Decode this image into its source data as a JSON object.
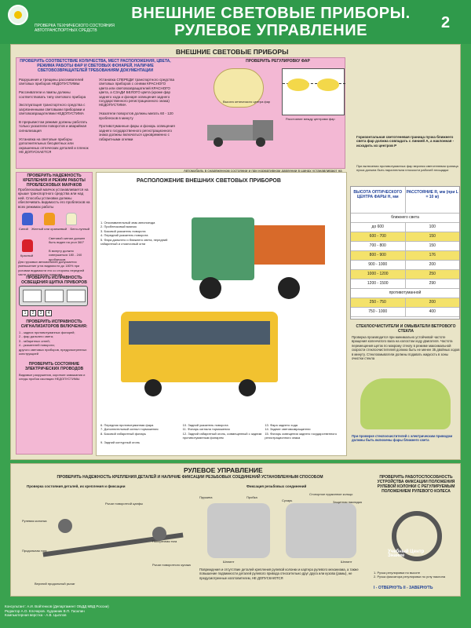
{
  "header": {
    "subtitle": "ПРОВЕРКА ТЕХНИЧЕСКОГО СОСТОЯНИЯ АВТОТРАНСПОРТНЫХ СРЕДСТВ",
    "title_1": "ВНЕШНИЕ СВЕТОВЫЕ ПРИБОРЫ.",
    "title_2": "РУЛЕВОЕ УПРАВЛЕНИЕ",
    "page_number": "2"
  },
  "lights": {
    "section_title": "ВНЕШНИЕ СВЕТОВЫЕ ПРИБОРЫ",
    "check_intro": "ПРОВЕРИТЬ СООТВЕТСТВИЕ КОЛИЧЕСТВА, МЕСТ РАСПОЛОЖЕНИЯ, ЦВЕТА, РЕЖИМА РАБОТЫ ФАР И СВЕТОВЫХ ФОНАРЕЙ, НАЛИЧИЕ СВЕТОВОЗВРАЩАТЕЛЕЙ ТРЕБОВАНИЯМ ДОКУМЕНТАЦИИ",
    "left_items": [
      "Разрушения и трещины рассеивателей световых приборов НЕДОПУСТИМЫ",
      "Рассеиватели и лампы должны соответствовать типу светового прибора",
      "Эксплуатация транспортного средства с загрязненными световыми приборами и световозвращателями НЕДОПУСТИМА",
      "В прерывистом режиме должны работать только указатели поворотов и аварийная сигнализация",
      "Установка на световые приборы дополнительных бесцветных или окрашенных оптических деталей и пленок НЕ ДОПУСКАЕТСЯ"
    ],
    "right_items": [
      "Установка СПЕРЕДИ транспортного средства световых приборов с огнями КРАСНОГО цвета или световозвращателей КРАСНОГО цвета, а СЗАДИ БЕЛОГО цвета (кроме фар заднего хода и фонаря освещения заднего государственного регистрационного знака) НЕДОПУСТИМА",
      "Указатели поворотов должны мигать 60 - 120 проблесков в минуту",
      "Противотуманные фары и фонарь освещения заднего государственного регистрационного знака должны включаться одновременно с габаритными огнями"
    ],
    "headlight_check": "ПРОВЕРИТЬ РЕГУЛИРОВКУ ФАР",
    "screen_labels": {
      "center_height": "Высота оптического центра фар",
      "distance": "Расстояние между центрами фар",
      "h": "H",
      "l": "L"
    },
    "horizontal_note": "Горизонтальная светотеневая граница пучка ближнего света фар должна совпадать с линией А, а наклонная - исходить из центров Р",
    "vehicle_note": "Автомобиль в снаряженном состоянии и при нормативном давлении в шинах устанавливают на горизонтальной площадке на расстоянии L от экрана",
    "fog_note": "При включении противотуманных фар верхняя светотеневая граница пучка должна быть параллельна плоскости рабочей площадки",
    "table": {
      "col1": "ВЫСОТА ОПТИЧЕСКОГО ЦЕНТРА ФАРЫ H, мм",
      "col2": "РАССТОЯНИЕ R, мм (при L = 10 м)",
      "low": "ближнего света",
      "fog": "противотуманной",
      "rows_low": [
        [
          "до 600",
          "100"
        ],
        [
          "600 - 700",
          "150"
        ],
        [
          "700 - 800",
          "150"
        ],
        [
          "800 - 900",
          "176"
        ],
        [
          "900 - 1000",
          "200"
        ],
        [
          "1000 - 1200",
          "250"
        ],
        [
          "1200 - 1500",
          "290"
        ]
      ],
      "rows_fog": [
        [
          "250 - 750",
          "200"
        ],
        [
          "750 - 1000",
          "400"
        ]
      ]
    },
    "beacon_title": "ПРОВЕРИТЬ НАДЕЖНОСТЬ КРЕПЛЕНИЯ И РЕЖИМ РАБОТЫ ПРОБЛЕСКОВЫХ МАЯЧКОВ",
    "beacon_text": "Проблесковый маячок устанавливается на крыше транспортного средства или над ней. Способы установки должны обеспечивать видимость его проблесков на всех режимах работы",
    "beacon_colors": [
      "Синий",
      "Желтый или оранжевый",
      "Бело-лунный"
    ],
    "beacon_red": "Красный",
    "beacon_visible": "Световой сигнал должен быть виден на угол 360°",
    "beacon_freq": "В минуту должно совершаться 180 - 240 проблесков",
    "beacon_truck": "Для грузовых автомобилей допускается уменьшение угла видимости до 180% при условии видимости его со стороны передней части транспортного средства",
    "panel_title": "ПРОВЕРИТЬ ИСПРАВНОСТЬ ОСВЕЩЕНИЯ ЩИТКА ПРИБОРОВ",
    "signal_title": "ПРОВЕРИТЬ ИСПРАВНОСТЬ СИГНАЛИЗАТОРОВ ВКЛЮЧЕНИЯ:",
    "signal_items": [
      "1 - задних противотуманных фонарей;",
      "2 - фар дальнего света;",
      "3 - габаритных огней;",
      "4 - указателей поворота;",
      "другого световых приборов, предусмотренных конструкцией"
    ],
    "wiring_title": "ПРОВЕРИТЬ СОСТОЯНИЕ ЭЛЕКТРИЧЕСКИХ ПРОВОДОВ",
    "wiring_text": "Видимые разрушения, короткие замыкания и следы пробоя изоляции НЕДОПУСТИМЫ",
    "layout_title": "РАСПОЛОЖЕНИЕ ВНЕШНИХ СВЕТОВЫХ ПРИБОРОВ",
    "truck_legend": [
      "1. Опознавательный знак автопоезда",
      "2. Проблесковый маячок",
      "3. Боковой указатель поворота",
      "4. Передний указатель поворота",
      "5. Фара дальнего и ближнего света, передний габаритный и стояночный огни"
    ],
    "bus_legend": [
      "6. Передняя противотуманная фара",
      "7. Дополнительный сигнал торможения",
      "8. Боковой габаритный фонарь",
      "9. Задний контурный огонь",
      "10. Задний указатель поворота",
      "11. Фонарь сигнала торможения",
      "12. Задний габаритный огонь, совмещенный с задним противотуманным фонарем",
      "13. Фара заднего хода",
      "14. Задние световозвращатели",
      "15. Фонарь освещения заднего государственного регистрационного знака"
    ],
    "wipers_title": "СТЕКЛООЧИСТИТЕЛИ И ОМЫВАТЕЛИ ВЕТРОВОГО СТЕКЛА",
    "wipers_text": "Проверка производится при минимально устойчивой частоте вращения коленчатого вала на холостом ходу двигателя. Частота перемещения щеток по мокрому стеклу в режиме максимальной скорости стеклоочистителей должна быть не менее 35 двойных ходов в минуту. Стеклоомыватели должны подавать жидкость в зоны очистки стекла",
    "wipers_note": "При проверке стеклоочистителей с электрическим приводом должны быть включены фары ближнего света"
  },
  "steering": {
    "section_title": "РУЛЕВОЕ УПРАВЛЕНИЕ",
    "fastening_title": "ПРОВЕРИТЬ НАДЕЖНОСТЬ КРЕПЛЕНИЯ ДЕТАЛЕЙ И НАЛИЧИЕ ФИКСАЦИИ РЕЗЬБОВЫХ СОЕДИНЕНИЙ УСТАНОВЛЕННЫМ СПОСОБОМ",
    "sub_left": "Проверка состояния деталей, их крепления и фиксации",
    "sub_right": "Фиксация резьбовых соединений",
    "labels": [
      "Рулевая колонка",
      "Рычаг поворотной цапфы",
      "Поперечная тяга",
      "Продольная тяга",
      "Рычаг поворотного кулака",
      "Верхний продольный рычаг",
      "Пружина",
      "Пробка",
      "Шплинт",
      "Стопорное пружинное кольцо",
      "Защитная накладка",
      "Сухарь",
      "Шплинт"
    ],
    "damage_note": "Повреждения и отсутствие деталей крепления рулевой колонки и картера рулевого механизма, а также повышение подвижности деталей рулевого привода относительно друг друга или кузова (рамы), не предусмотренные изготовителем, НЕ ДОПУСКАЮТСЯ",
    "lock_title": "ПРОВЕРИТЬ РАБОТОСПОСОБНОСТЬ УСТРОЙСТВА ФИКСАЦИИ ПОЛОЖЕНИЯ РУЛЕВОЙ КОЛОНКИ С РЕГУЛИРУЕМЫМ ПОЛОЖЕНИЕМ РУЛЕВОГО КОЛЕСА",
    "lock_items": [
      "1. Ручка регулировки по высоте",
      "2. Ручка фиксатора регулировки по углу наклона"
    ],
    "lock_states": "I - ОТВЕРНУТЬ     II - ЗАВЕРНУТЬ",
    "watermark": "Учебный Центр Знание"
  },
  "footer": {
    "lines": [
      "Консультант: А.И. Войтенков (Департамент ОБДД МВД России)",
      "Редактор А.О. Клочаров. Художник В.П. Гасилин",
      "Компьютерная верстка - А.В. Цыплов"
    ]
  }
}
